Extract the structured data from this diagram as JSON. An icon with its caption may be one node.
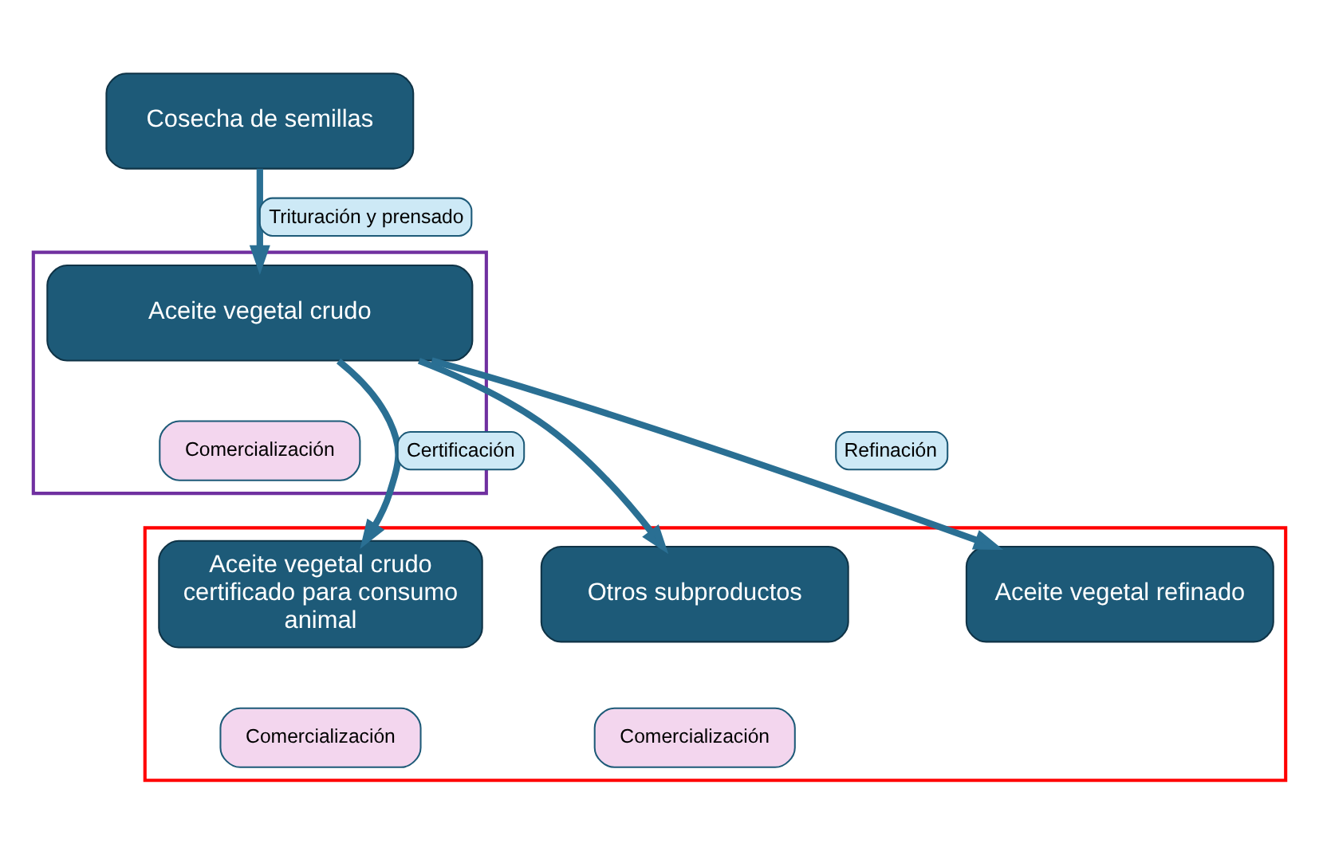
{
  "diagram": {
    "nodes": [
      {
        "text": [
          "Cosecha de semillas"
        ]
      },
      {
        "text": [],
        "shape": "box"
      },
      {
        "text": [
          "Aceite vegetal crudo"
        ],
        "in": 1
      },
      {
        "text": [
          "Comercialización"
        ],
        "in": 1
      },
      {
        "text": [],
        "shape": "box"
      },
      {
        "text": [
          "Aceite vegetal crudo certificado para consumo animal"
        ],
        "in": 4
      },
      {
        "text": [
          "Comercialización"
        ],
        "in": 4
      },
      {
        "text": [
          "Aceite vegetal refinado"
        ],
        "in": 4
      },
      {
        "text": [
          "Otros subproductos"
        ],
        "in": 4
      },
      {
        "text": [
          "Comercialización"
        ],
        "in": 4
      }
    ],
    "edges": [
      {
        "from": 0,
        "to": 2,
        "arrow": "to",
        "label": "Trituración y prensado"
      },
      {
        "from": 2,
        "to": 5,
        "arrow": "to",
        "label": "Certificación"
      },
      {
        "from": 2,
        "to": 7,
        "arrow": "to",
        "label": "Refinación"
      },
      {
        "from": 2,
        "to": 8,
        "arrow": "to"
      }
    ]
  }
}
